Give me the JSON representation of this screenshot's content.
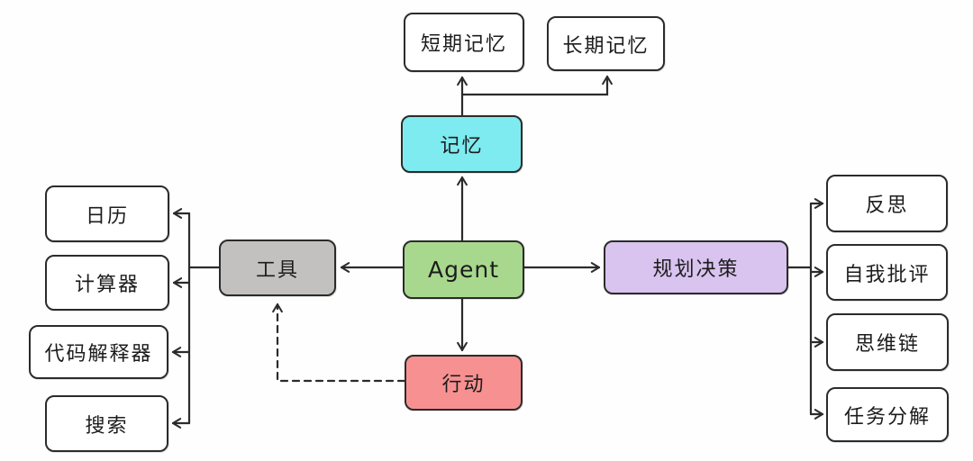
{
  "diagram": {
    "title": "Agent architecture diagram",
    "colors": {
      "stroke": "#2b2b2b",
      "agent_green": "#a8d88d",
      "memory_cyan": "#7debf0",
      "tools_gray": "#c2c1c0",
      "action_red": "#f79191",
      "planning_purple": "#d9c3ef",
      "plain_white": "#ffffff"
    },
    "nodes": {
      "agent": {
        "label": "Agent",
        "fill": "#a8d88d"
      },
      "memory": {
        "label": "记忆",
        "fill": "#7debf0"
      },
      "tools": {
        "label": "工具",
        "fill": "#c2c1c0"
      },
      "action": {
        "label": "行动",
        "fill": "#f79191"
      },
      "planning": {
        "label": "规划决策",
        "fill": "#d9c3ef"
      },
      "short_term_memory": {
        "label": "短期记忆",
        "fill": "#ffffff"
      },
      "long_term_memory": {
        "label": "长期记忆",
        "fill": "#ffffff"
      },
      "calendar": {
        "label": "日历",
        "fill": "#ffffff"
      },
      "calculator": {
        "label": "计算器",
        "fill": "#ffffff"
      },
      "code_interpreter": {
        "label": "代码解释器",
        "fill": "#ffffff"
      },
      "search": {
        "label": "搜索",
        "fill": "#ffffff"
      },
      "reflection": {
        "label": "反思",
        "fill": "#ffffff"
      },
      "self_criticism": {
        "label": "自我批评",
        "fill": "#ffffff"
      },
      "chain_of_thought": {
        "label": "思维链",
        "fill": "#ffffff"
      },
      "task_decomposition": {
        "label": "任务分解",
        "fill": "#ffffff"
      }
    },
    "edges": {
      "agent_to_memory": "solid-arrow",
      "agent_to_tools": "solid-arrow",
      "agent_to_planning": "solid-arrow",
      "agent_to_action": "solid-arrow",
      "memory_to_short_term": "solid-arrow",
      "memory_to_long_term": "solid-arrow",
      "tools_to_calendar": "solid-arrow",
      "tools_to_calculator": "solid-arrow",
      "tools_to_code_interpreter": "solid-arrow",
      "tools_to_search": "solid-arrow",
      "planning_to_reflection": "solid-arrow",
      "planning_to_self_criticism": "solid-arrow",
      "planning_to_chain_of_thought": "solid-arrow",
      "planning_to_task_decomposition": "solid-arrow",
      "action_to_tools": "dashed-arrow"
    }
  }
}
